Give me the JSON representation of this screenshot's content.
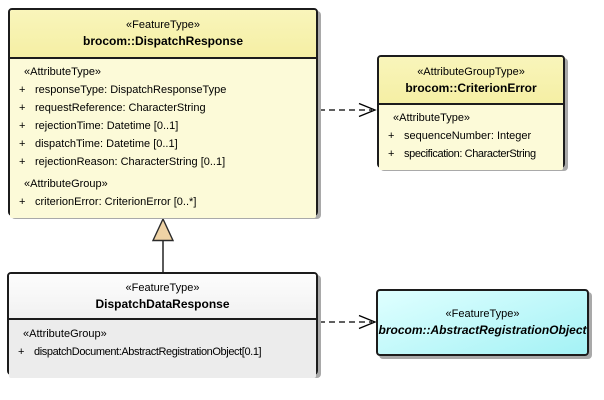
{
  "classes": {
    "dispatchResponse": {
      "stereotype": "«FeatureType»",
      "name": "brocom::DispatchResponse",
      "attrHeading": "«AttributeType»",
      "attrs": [
        {
          "vis": "+",
          "text": "responseType: DispatchResponseType"
        },
        {
          "vis": "+",
          "text": "requestReference: CharacterString"
        },
        {
          "vis": "+",
          "text": "rejectionTime: Datetime [0..1]"
        },
        {
          "vis": "+",
          "text": "dispatchTime: Datetime [0..1]"
        },
        {
          "vis": "+",
          "text": "rejectionReason: CharacterString [0..1]"
        }
      ],
      "groupHeading": "«AttributeGroup»",
      "groupAttrs": [
        {
          "vis": "+",
          "text": "criterionError: CriterionError [0..*]"
        }
      ]
    },
    "criterionError": {
      "stereotype": "«AttributeGroupType»",
      "name": "brocom::CriterionError",
      "attrHeading": "«AttributeType»",
      "attrs": [
        {
          "vis": "+",
          "text": "sequenceNumber: Integer"
        },
        {
          "vis": "+",
          "text": "specification: CharacterString"
        }
      ]
    },
    "dispatchDataResponse": {
      "stereotype": "«FeatureType»",
      "name": "DispatchDataResponse",
      "groupHeading": "«AttributeGroup»",
      "groupAttrs": [
        {
          "vis": "+",
          "text": "dispatchDocument:AbstractRegistrationObject[0.1]"
        }
      ]
    },
    "abstractRegistrationObject": {
      "stereotype": "«FeatureType»",
      "name": "brocom::AbstractRegistrationObject"
    }
  },
  "relationships": [
    {
      "type": "generalization",
      "from": "DispatchDataResponse",
      "to": "brocom::DispatchResponse"
    },
    {
      "type": "dependency",
      "from": "brocom::DispatchResponse",
      "to": "brocom::CriterionError"
    },
    {
      "type": "dependency",
      "from": "DispatchDataResponse",
      "to": "brocom::AbstractRegistrationObject"
    }
  ],
  "colors": {
    "canvas": "#FFFFFF",
    "classFillHeader": "#F5EFA4",
    "classFillBody": "#FCFAD8",
    "neutralFillHeader": "#FDFDFD",
    "neutralFillBody": "#ECECEC",
    "abstractFillTop": "#DFFFFF",
    "abstractFillBottom": "#A4F2F5",
    "border": "#1C1C1C",
    "shadow": "#A9A9A9",
    "generalizationTriangle": "#EFD3A5",
    "connector": "#000000"
  }
}
